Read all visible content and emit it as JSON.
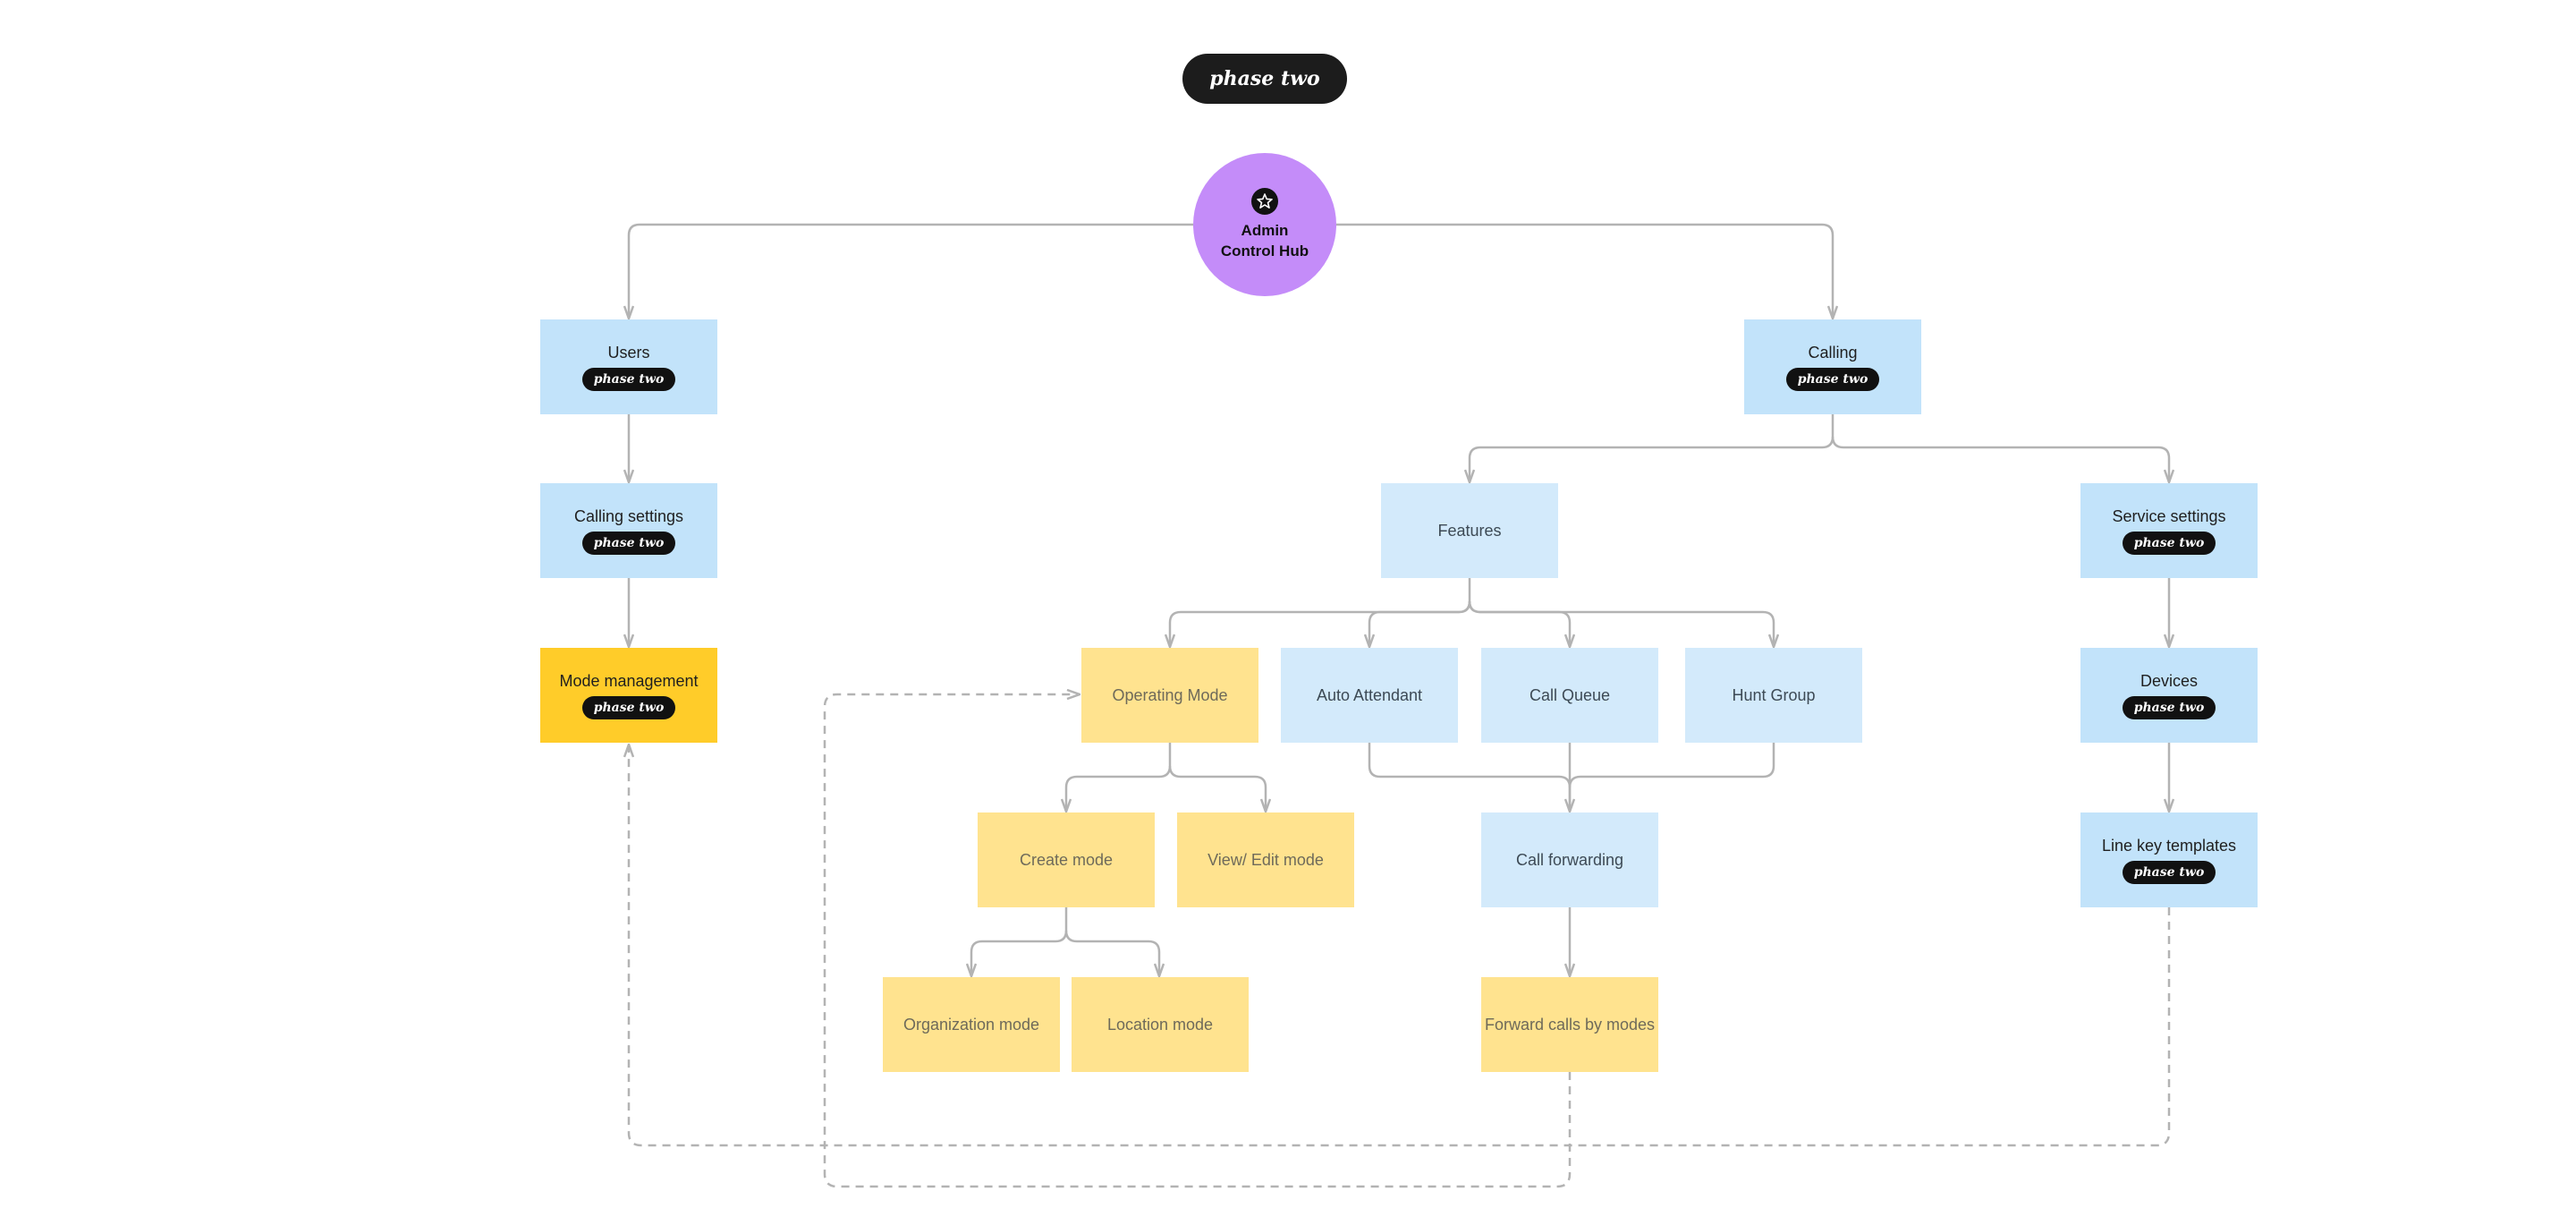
{
  "header": {
    "phase_label": "phase two"
  },
  "hub": {
    "label": "Admin\nControl Hub",
    "icon": "star-icon",
    "color": "#c48cf9"
  },
  "colors": {
    "blue": "#c2e3fa",
    "light_blue": "#d3eafb",
    "yellow": "#ffcc29",
    "pale_yellow": "#ffe38f",
    "connector": "#b3b3b3"
  },
  "nodes": {
    "users": {
      "label": "Users",
      "badge": "phase two"
    },
    "calling": {
      "label": "Calling",
      "badge": "phase two"
    },
    "calling_settings": {
      "label": "Calling settings",
      "badge": "phase two"
    },
    "mode_management": {
      "label": "Mode management",
      "badge": "phase two"
    },
    "features": {
      "label": "Features"
    },
    "service_settings": {
      "label": "Service settings",
      "badge": "phase two"
    },
    "operating_mode": {
      "label": "Operating Mode"
    },
    "auto_attendant": {
      "label": "Auto Attendant"
    },
    "call_queue": {
      "label": "Call Queue"
    },
    "hunt_group": {
      "label": "Hunt Group"
    },
    "devices": {
      "label": "Devices",
      "badge": "phase two"
    },
    "create_mode": {
      "label": "Create mode"
    },
    "view_edit_mode": {
      "label": "View/ Edit mode"
    },
    "call_forwarding": {
      "label": "Call forwarding"
    },
    "line_key_templates": {
      "label": "Line key templates",
      "badge": "phase two"
    },
    "organization_mode": {
      "label": "Organization mode"
    },
    "location_mode": {
      "label": "Location mode"
    },
    "forward_calls_by_modes": {
      "label": "Forward calls by modes"
    }
  }
}
